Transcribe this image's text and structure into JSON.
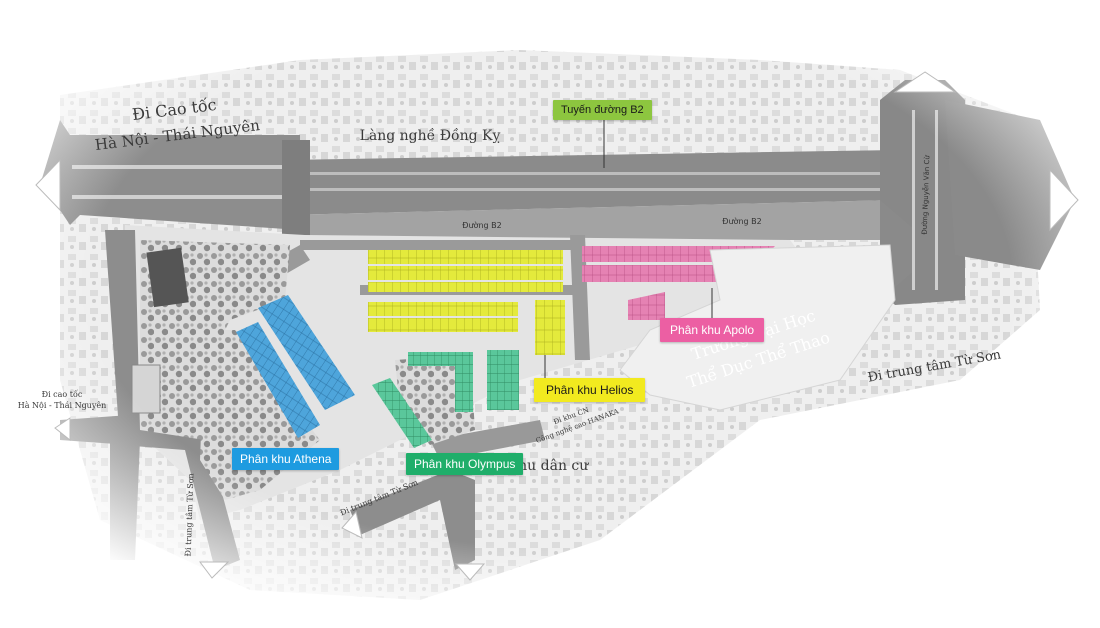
{
  "labels": {
    "highway_to": "Đi  Cao tốc",
    "highway_name": "Hà Nội - Thái Nguyên",
    "village": "Làng nghề Đồng Kỵ",
    "road_b2_left": "Đường B2",
    "road_b2_right": "Đường B2",
    "road_nguyen_van_cu": "Đường Nguyễn Văn Cừ",
    "university_line1": "Trường Đại Học",
    "university_line2": "Thể Dục Thể Thao",
    "to_tu_son_center": "Đi trung tâm Từ Sơn",
    "left_highway_line1": "Đi cao tốc",
    "left_highway_line2": "Hà Nội - Thái Nguyên",
    "bottom_tu_son_vertical": "Đi trung tâm Từ Sơn",
    "bottom_tu_son_diag": "Đi trung tâm Từ Sơn",
    "industrial_line1": "Đi khu CN",
    "industrial_line2": "Công nghệ cao HANAKA",
    "residential": "Khu dân cư"
  },
  "zones": {
    "b2": {
      "label": "Tuyến đường B2",
      "color": "#8dc63f",
      "text_color": "#1a1a1a"
    },
    "athena": {
      "label": "Phân khu Athena",
      "color": "#1e9be0",
      "text_color": "#ffffff"
    },
    "olympus": {
      "label": "Phân khu Olympus",
      "color": "#1fae6a",
      "text_color": "#ffffff"
    },
    "helios": {
      "label": "Phân khu Helios",
      "color": "#f2ea1f",
      "text_color": "#1a1a1a"
    },
    "apolo": {
      "label": "Phân khu Apolo",
      "color": "#ec5fa3",
      "text_color": "#ffffff"
    }
  },
  "colors": {
    "road": "#8f8f8f",
    "road_dark": "#7d7d7d",
    "ground": "#e6e6e6",
    "yellow_lots": "#e8ee4a",
    "pink_lots": "#e77fb0",
    "blue_lots": "#4fa6d8",
    "green_lots": "#5cc79a"
  }
}
